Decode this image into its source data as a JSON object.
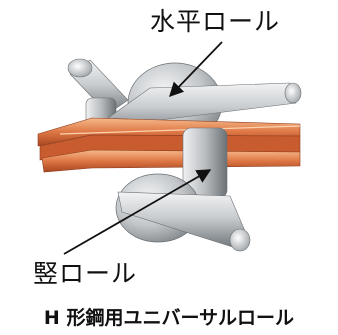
{
  "diagram": {
    "labels": {
      "horizontal_roll": "水平ロール",
      "vertical_roll": "竪ロール"
    },
    "caption": "H 形鋼用ユニバーサルロール"
  },
  "colors": {
    "background": "#ffffff",
    "roll_metal_light": "#e9ebec",
    "roll_metal_mid": "#b8bcbf",
    "roll_metal_dark": "#6f7478",
    "workpiece_orange": "#d96a3a",
    "workpiece_highlight": "#f3b07a",
    "workpiece_shadow": "#8e3c1f",
    "text": "#111111"
  },
  "icons": {
    "pointer": "leader-arrow"
  }
}
